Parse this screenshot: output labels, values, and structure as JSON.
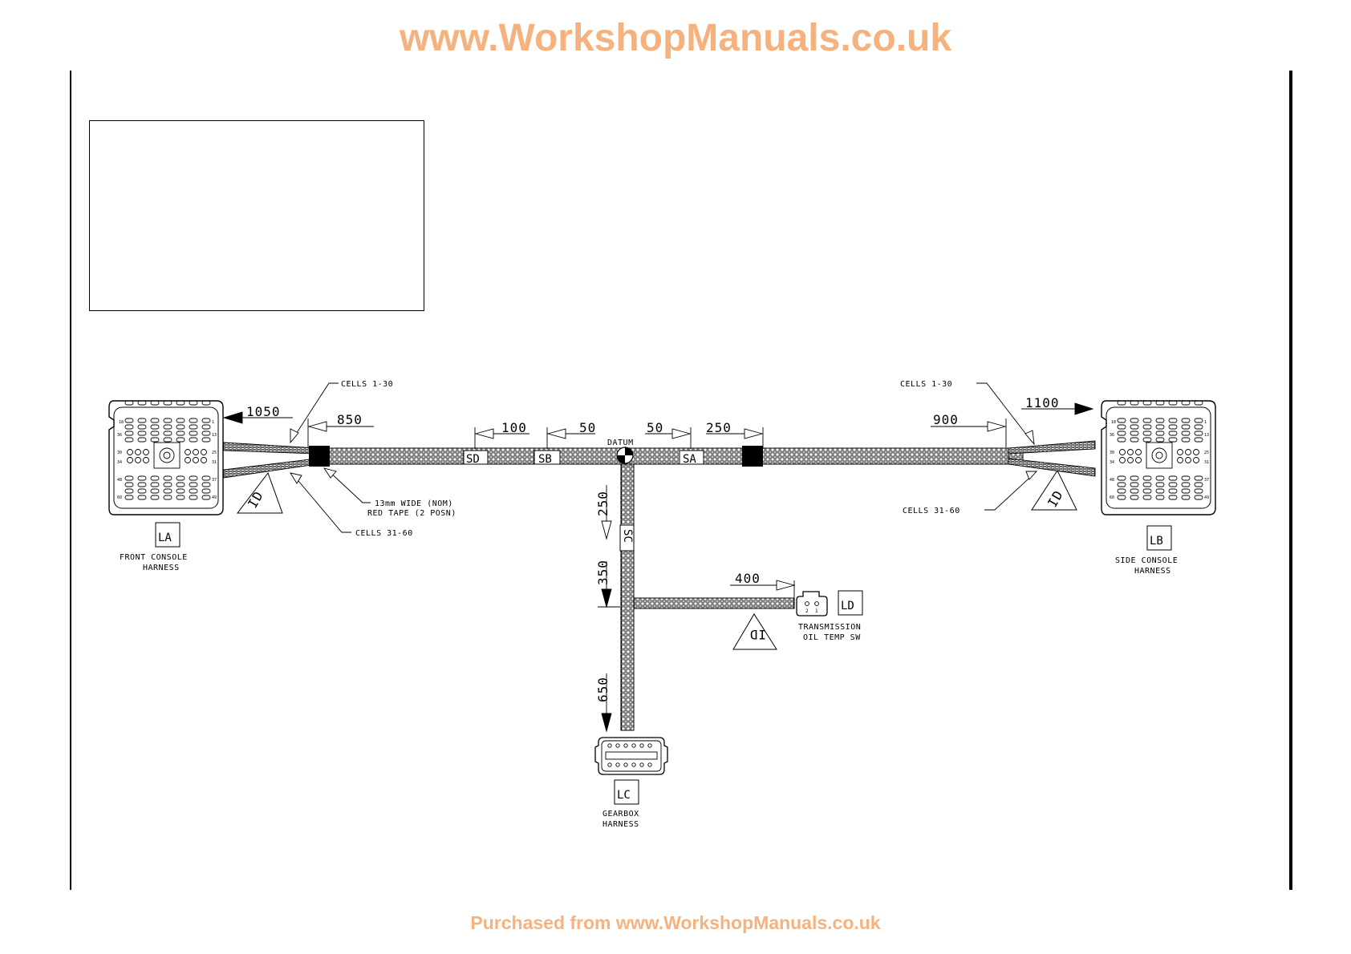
{
  "watermark": {
    "top": "www.WorkshopManuals.co.uk",
    "bottom": "Purchased from www.WorkshopManuals.co.uk"
  },
  "diagram": {
    "datum": "DATUM",
    "tape_note_line1": "13mm WIDE (NOM)",
    "tape_note_line2": "RED TAPE (2 POSN)",
    "left_cells_upper": "CELLS 1-30",
    "left_cells_lower": "CELLS 31-60",
    "right_cells_upper": "CELLS 1-30",
    "right_cells_lower": "CELLS 31-60",
    "dimensions": {
      "d1050": "1050",
      "d850": "850",
      "d100": "100",
      "d50_left": "50",
      "d50_right": "50",
      "d250_h": "250",
      "d900": "900",
      "d1100": "1100",
      "d250_v": "250",
      "d350": "350",
      "d650": "650",
      "d400": "400"
    },
    "splices": {
      "sd": "SD",
      "sb": "SB",
      "sa": "SA",
      "sc": "SC"
    },
    "id_marker": "ID",
    "connectors": {
      "la": {
        "code": "LA",
        "name_line1": "FRONT CONSOLE",
        "name_line2": "HARNESS"
      },
      "lb": {
        "code": "LB",
        "name_line1": "SIDE CONSOLE",
        "name_line2": "HARNESS"
      },
      "lc": {
        "code": "LC",
        "name_line1": "GEARBOX",
        "name_line2": "HARNESS"
      },
      "ld": {
        "code": "LD",
        "name_line1": "TRANSMISSION",
        "name_line2": "OIL TEMP SW"
      }
    },
    "pin_labels": {
      "left": [
        "18",
        "36",
        "30",
        "34",
        "48",
        "60"
      ],
      "right": [
        "1",
        "13",
        "25",
        "31",
        "37",
        "49"
      ],
      "ld": [
        "2",
        "1"
      ]
    }
  }
}
